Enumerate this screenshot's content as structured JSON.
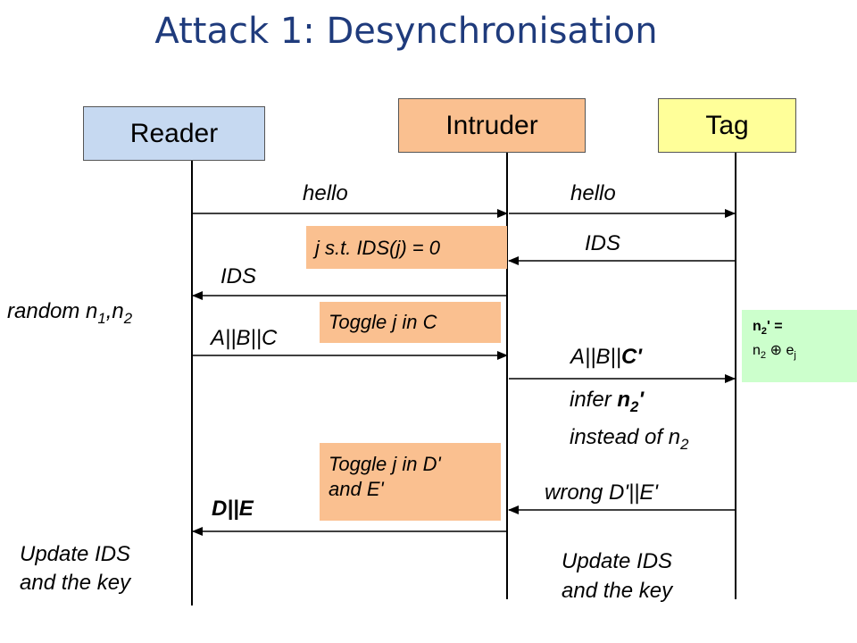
{
  "title": "Attack 1: Desynchronisation",
  "actors": {
    "reader": "Reader",
    "intruder": "Intruder",
    "tag": "Tag"
  },
  "messages": {
    "hello_left": "hello",
    "hello_right": "hello",
    "ids_right": "IDS",
    "ids_left": "IDS",
    "abc": "A||B||C",
    "abc_prime_prefix": "A||B||",
    "abc_prime_bold": "C'",
    "wrong_de": "wrong D'||E'",
    "de": "D||E"
  },
  "notes": {
    "intruder_j": "j s.t. IDS(j) = 0",
    "toggle_c": "Toggle j in C",
    "toggle_d_line1": "Toggle j in D'",
    "toggle_d_line2": "and E'"
  },
  "reader_texts": {
    "random_prefix": "random n",
    "random_sub1": "1",
    "random_sep": ",n",
    "random_sub2": "2",
    "update_line1": "Update IDS",
    "update_line2": "and the key"
  },
  "tag_texts": {
    "infer_prefix": "infer ",
    "infer_n": "n",
    "infer_sub": "2",
    "infer_quote": "'",
    "instead_prefix": "instead of n",
    "instead_sub": "2",
    "update_line1": "Update IDS",
    "update_line2": "and the key",
    "green_line1_n": "n",
    "green_line1_sub": "2",
    "green_line1_rest": "' =",
    "green_line2_n": "n",
    "green_line2_sub": "2",
    "green_line2_op": " ⊕ e",
    "green_line2_sub2": "j"
  },
  "colors": {
    "title": "#1f3b7c",
    "reader_box": "#c6d9f1",
    "intruder_box": "#fac090",
    "tag_box": "#ffff99",
    "note_fill": "#fac090",
    "green_note": "#ccffcc"
  }
}
